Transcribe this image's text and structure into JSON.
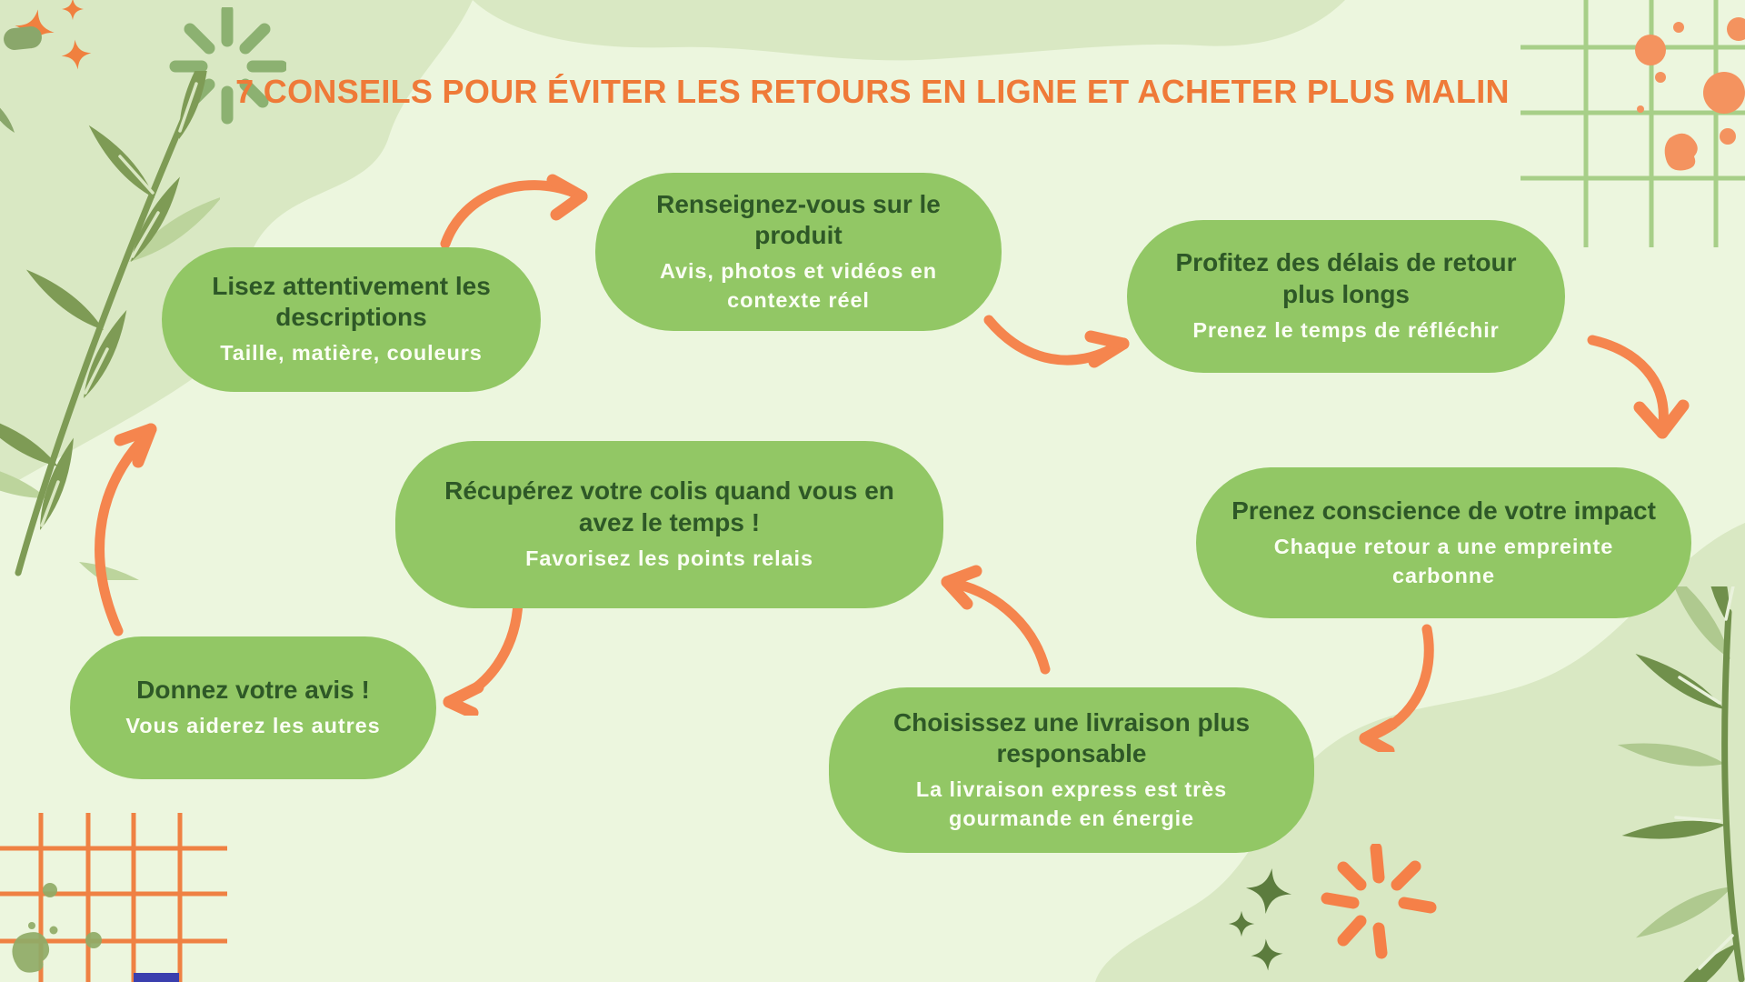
{
  "title": "7 CONSEILS POUR ÉVITER LES RETOURS EN LIGNE ET ACHETER PLUS MALIN",
  "tips": [
    {
      "heading": "Lisez attentivement les descriptions",
      "subtitle": "Taille, matière, couleurs"
    },
    {
      "heading": "Renseignez-vous sur le produit",
      "subtitle": "Avis, photos et vidéos en contexte réel"
    },
    {
      "heading": "Profitez des délais de retour plus longs",
      "subtitle": "Prenez le temps de réfléchir"
    },
    {
      "heading": "Prenez conscience de votre impact",
      "subtitle": "Chaque retour a une empreinte carbonne"
    },
    {
      "heading": "Choisissez une livraison plus responsable",
      "subtitle": "La livraison express est très gourmande en énergie"
    },
    {
      "heading": "Récupérez votre colis quand vous en avez le temps !",
      "subtitle": "Favorisez les points relais"
    },
    {
      "heading": "Donnez votre avis !",
      "subtitle": "Vous aiderez les autres"
    }
  ],
  "arrows": {
    "style": "hand-drawn curved",
    "color": "#F5854E",
    "count": 7
  },
  "colors": {
    "background": "#ECF6DE",
    "blob_sage": "#D9E8C3",
    "bubble_green": "#92C765",
    "heading_text": "#2E5827",
    "subtitle_text": "#FBFEF4",
    "title_orange": "#EF7A38",
    "arrow_orange": "#F5854E",
    "splatter_orange": "#F4935F",
    "grid_green": "#A7CF88",
    "grid_orange": "#EF8143",
    "leaf_dark": "#7E9B55",
    "leaf_light": "#BCD49C",
    "dot_olive": "#90AC67",
    "sparkle_orange": "#F0803F",
    "sparkle_dark_green": "#5C7C3E",
    "burst_green": "#8CB171"
  },
  "decorations": {
    "top_left": [
      "sparkles-orange",
      "burst-green",
      "leaf-branch"
    ],
    "top_right": [
      "grid-green",
      "paint-splatter-orange"
    ],
    "bottom_left": [
      "grid-orange",
      "dots-olive"
    ],
    "bottom_right": [
      "sparkles-green",
      "burst-orange",
      "leaf-branch",
      "blob-sage"
    ]
  }
}
